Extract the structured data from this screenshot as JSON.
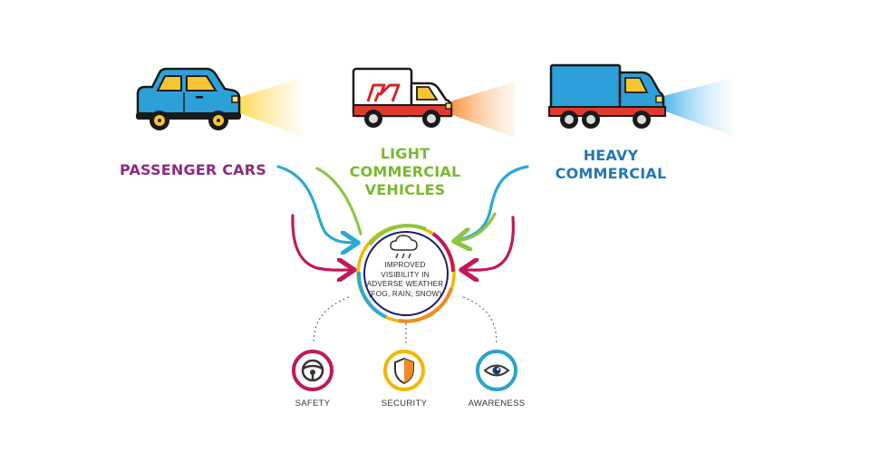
{
  "vehicles": {
    "passenger": {
      "label": "PASSENGER CARS",
      "color": "#8e2a7e"
    },
    "light": {
      "label": "LIGHT COMMERCIAL VEHICLES",
      "lines": [
        "LIGHT",
        "COMMERCIAL",
        "VEHICLES"
      ],
      "color": "#7ab82f"
    },
    "heavy": {
      "label": "HEAVY COMMERCIAL",
      "lines": [
        "HEAVY",
        "COMMERCIAL"
      ],
      "color": "#2178b8"
    }
  },
  "center": {
    "lines": [
      "IMPROVED",
      "VISIBILITY IN",
      "ADVERSE WEATHER",
      "(FOG, RAIN, SNOW)"
    ],
    "icon": "rain-cloud-icon"
  },
  "benefits": [
    {
      "label": "SAFETY",
      "icon": "steering-wheel-icon",
      "color": "#c2185b"
    },
    {
      "label": "SECURITY",
      "icon": "shield-icon",
      "color": "#f2b705"
    },
    {
      "label": "AWARENESS",
      "icon": "eye-icon",
      "color": "#2aa3c9"
    }
  ],
  "colors": {
    "magenta": "#c2185b",
    "green": "#8cc63f",
    "blue": "#29a9d6",
    "orange": "#f08a24",
    "yellow": "#f2b705"
  }
}
